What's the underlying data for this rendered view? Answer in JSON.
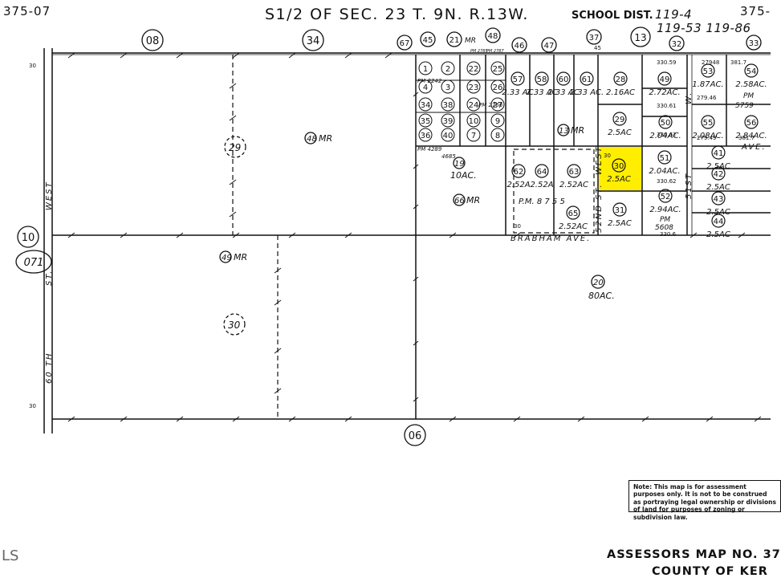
{
  "header": {
    "book_left": "375-07",
    "title": "S1/2 OF SEC. 23 T. 9N. R.13W.",
    "school_label": "SCHOOL DIST.",
    "school_code": "119-4",
    "school_code_2": "119-53  119-86",
    "book_right": "375-"
  },
  "surround": {
    "n1": "08",
    "n2": "34",
    "n3": "67",
    "n4": "45",
    "n5": "21",
    "n5_sub": "MR",
    "n6": "48",
    "n7": "46",
    "n8": "47",
    "n9": "37",
    "n10": "13",
    "n11": "32",
    "n12": "33",
    "west": "10",
    "west_book": "071",
    "south": "06"
  },
  "streets": {
    "west_st_top": "WEST",
    "west_st_mid": "ST.",
    "sixtieth": "60 TH",
    "brabham": "BRABHAM   AVE.",
    "fifty_second": "52ND ST.",
    "west_inner": "WEST",
    "fifty_first": "51ST",
    "w_small": "W.",
    "ave": "AVE."
  },
  "big_parcels": {
    "p48": "48",
    "p48_sub": "MR",
    "p49": "49",
    "p49_sub": "MR",
    "p29": "29",
    "p30": "30",
    "p66": "66",
    "p66_sub": "MR",
    "p19": "19",
    "p19_sub": "10AC.",
    "p20": "20",
    "p20_sub": "80AC.",
    "p13": "13",
    "p13_sub": "MR"
  },
  "small_grid": [
    "1",
    "2",
    "22",
    "25",
    "4",
    "3",
    "23",
    "26",
    "34",
    "38",
    "24",
    "27",
    "35",
    "39",
    "10",
    "9",
    "36",
    "40",
    "7",
    "8"
  ],
  "pm_labels": {
    "pm1": "PM 2242",
    "pm2": "PM 2766",
    "pm3": "PM 4289",
    "pm4": "4685",
    "pm5": "P.M.  8 7 5 5",
    "pm6": "PM",
    "pm7": "5608",
    "pm8": "PM",
    "pm9": "5759",
    "pm10": "PM 2785",
    "pm11": "PM 2787"
  },
  "mid_parcels": [
    {
      "n": "57",
      "ac": "2.33 AC"
    },
    {
      "n": "58",
      "ac": "2.33 AC"
    },
    {
      "n": "60",
      "ac": "2.33 AC"
    },
    {
      "n": "61",
      "ac": "2.33 AC."
    }
  ],
  "lower_parcels": [
    {
      "n": "62",
      "ac": "2.52A"
    },
    {
      "n": "64",
      "ac": "2.52A"
    },
    {
      "n": "63",
      "ac": "2.52AC"
    },
    {
      "n": "65",
      "ac": "2.52AC"
    }
  ],
  "right_parcels": [
    {
      "n": "28",
      "ac": "2.16AC"
    },
    {
      "n": "29",
      "ac": "2.5AC"
    },
    {
      "n": "30",
      "ac": "2.5AC"
    },
    {
      "n": "31",
      "ac": "2.5AC"
    },
    {
      "n": "49",
      "ac": "2.72AC."
    },
    {
      "n": "50",
      "ac": "2.04AC."
    },
    {
      "n": "51",
      "ac": "2.04AC."
    },
    {
      "n": "52",
      "ac": "2.94AC."
    },
    {
      "n": "53",
      "ac": "1.87AC."
    },
    {
      "n": "54",
      "ac": "2.58AC."
    },
    {
      "n": "55",
      "ac": "2.08AC."
    },
    {
      "n": "56",
      "ac": "2.84AC."
    },
    {
      "n": "41",
      "ac": "2.5AC"
    },
    {
      "n": "42",
      "ac": "2.5AC"
    },
    {
      "n": "43",
      "ac": "2.5AC"
    },
    {
      "n": "44",
      "ac": "2.5AC"
    }
  ],
  "dims": {
    "d1": "330.59",
    "d2": "330.61",
    "d3": "330.62",
    "d4": "330.62",
    "d5": "330.6",
    "d6": "27948",
    "d7": "381.7",
    "d8": "279.46",
    "d9": "279.49",
    "d10": "381.7",
    "d11": "30",
    "d12": "30",
    "d13": "30",
    "d14": "30",
    "d15": "45"
  },
  "highlight_color": "#ffee00",
  "note": "Note: This map is for assessment purposes only. It is not to be construed as portraying legal ownership or divisions of land for purposes of zoning or subdivision law.",
  "footer": {
    "line1": "ASSESSORS MAP NO. 37",
    "line2": "COUNTY OF KER"
  },
  "edge_mark": "LS"
}
